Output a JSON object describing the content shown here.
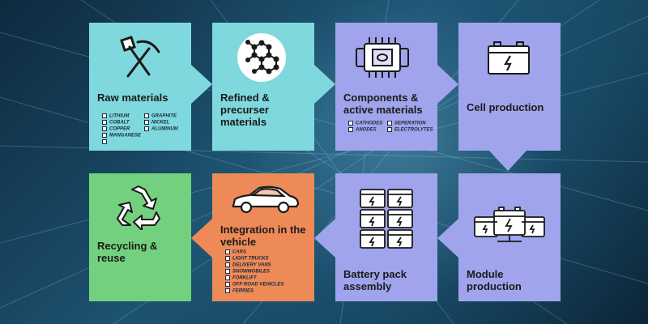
{
  "steps": {
    "raw": {
      "title": "Raw materials",
      "items_col1": [
        "LITHIUM",
        "COBALT",
        "COPPER",
        "MANGANESE",
        ""
      ],
      "items_col2": [
        "GRAPHITE",
        "NICKEL",
        "ALUMINUM"
      ]
    },
    "refined": {
      "title": "Refined & precurser materials"
    },
    "components": {
      "title": "Components & active materials",
      "items_col1": [
        "CATHODES",
        "ANODES"
      ],
      "items_col2": [
        "SEPERATION",
        "ELECTROLYTES"
      ]
    },
    "cell": {
      "title": "Cell production"
    },
    "module": {
      "title": "Module production"
    },
    "battery": {
      "title": "Battery pack assembly"
    },
    "integration": {
      "title": "Integration in the vehicle",
      "items": [
        "CARS",
        "LIGHT TRUCKS",
        "DELIVERY VANS",
        "SNOWMOBILES",
        "FORKLIFT",
        "OFF-ROAD VEHICLES",
        "FERRIES"
      ]
    },
    "recycling": {
      "title": "Recycling & reuse"
    }
  },
  "colors": {
    "teal": "#7fd8dd",
    "purple": "#a0a4ec",
    "green": "#73d07e",
    "orange": "#ee8a58",
    "background": "#12324a"
  },
  "icons": {
    "raw": "shovel-pickaxe-icon",
    "refined": "molecule-icon",
    "components": "chip-icon",
    "cell": "battery-cell-icon",
    "module": "battery-module-icon",
    "battery": "battery-pack-icon",
    "integration": "car-icon",
    "recycling": "recycle-icon"
  }
}
